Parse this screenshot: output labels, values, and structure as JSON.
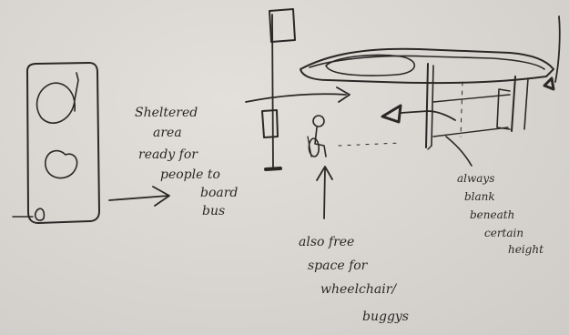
{
  "annotations": {
    "shelter": [
      "Sheltered",
      "area",
      "ready for",
      "people to",
      "board",
      "bus"
    ],
    "space": [
      "also free",
      "space for",
      "wheelchair/",
      "buggys"
    ],
    "blank": [
      "always",
      "blank",
      "beneath",
      "certain",
      "height"
    ]
  }
}
